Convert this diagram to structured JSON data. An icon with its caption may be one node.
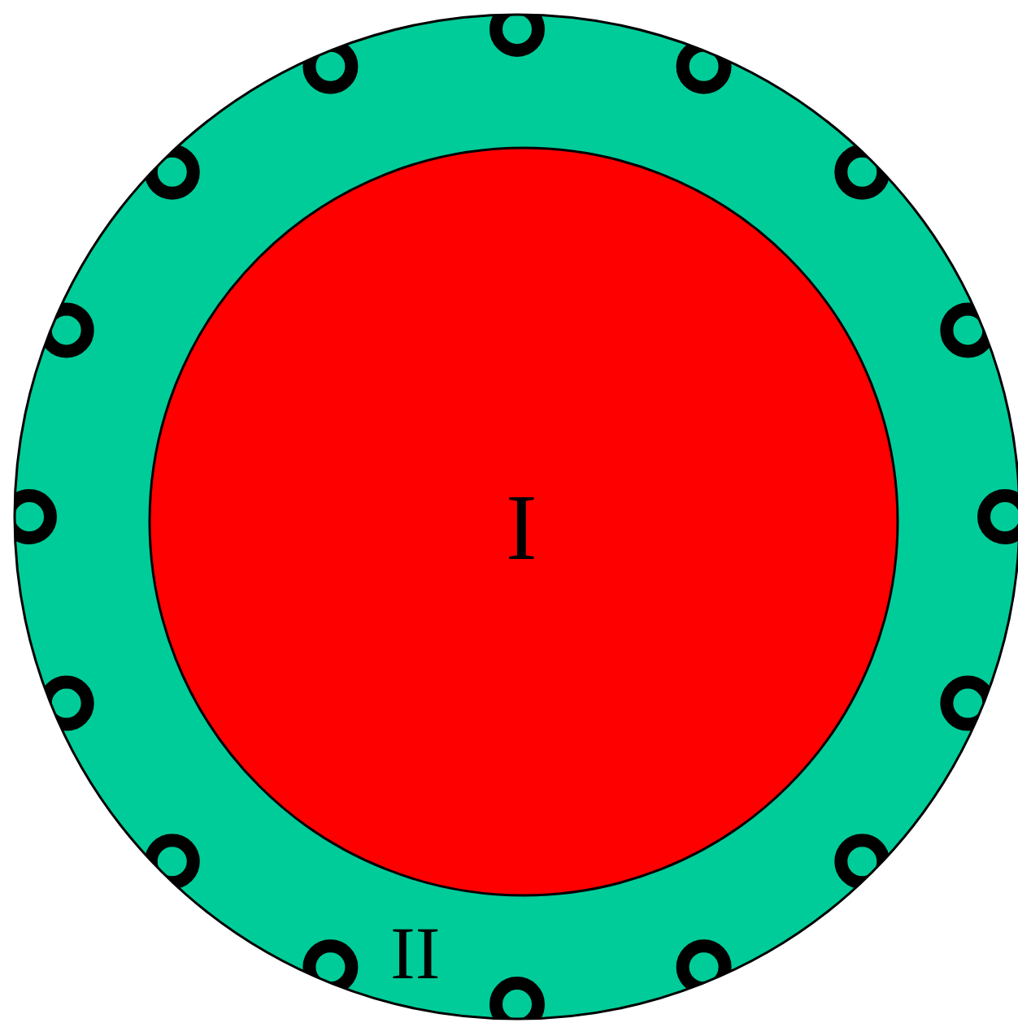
{
  "diagram": {
    "nodes": [
      {
        "text": [
          "II"
        ]
      },
      {
        "text": [
          "I"
        ],
        "in": 0
      }
    ]
  }
}
